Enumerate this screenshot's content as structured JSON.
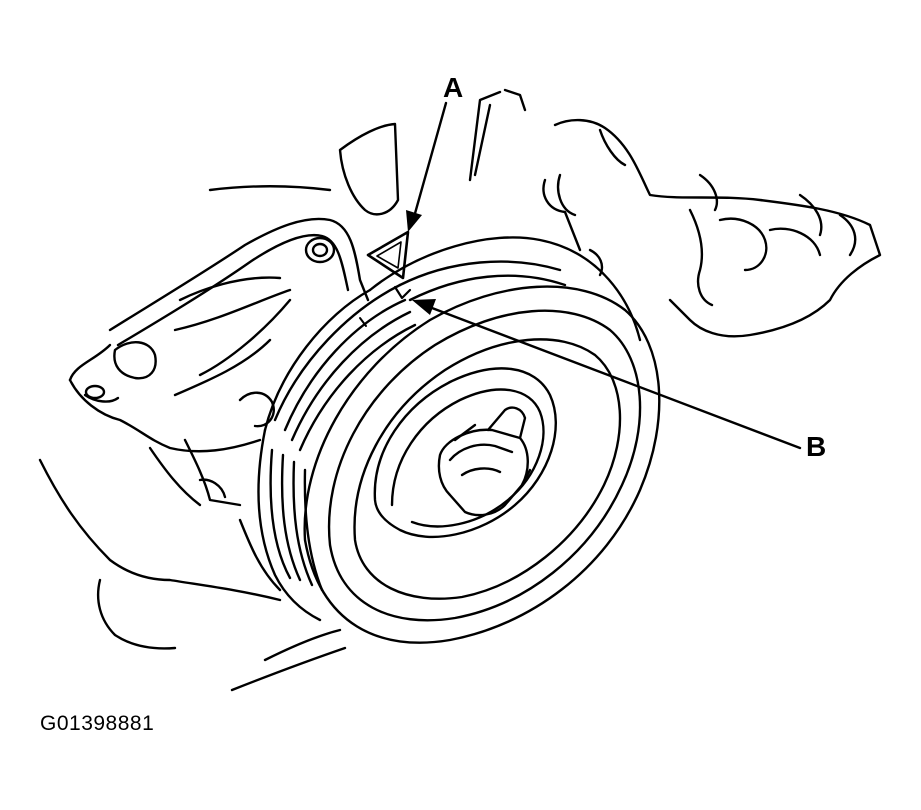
{
  "callouts": {
    "a": {
      "label": "A"
    },
    "b": {
      "label": "B"
    }
  },
  "figure": {
    "id": "G01398881"
  },
  "colors": {
    "ink": "#000000",
    "paper": "#ffffff"
  }
}
